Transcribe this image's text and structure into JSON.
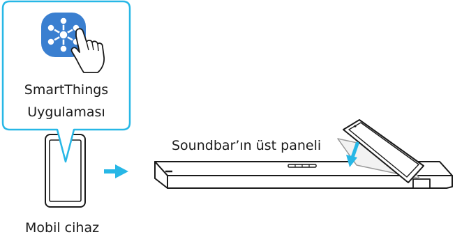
{
  "callout": {
    "app_name_line1": "SmartThings",
    "app_name_line2": "Uygulaması",
    "app_icon": "smartthings-app-icon",
    "border_color": "#27b7e6",
    "icon_color": "#3a7fd0"
  },
  "labels": {
    "mobile_device": "Mobil cihaz",
    "soundbar_top_panel": "Soundbar’ın üst paneli"
  },
  "colors": {
    "arrow": "#27b7e6",
    "outline": "#1a1a1a"
  }
}
